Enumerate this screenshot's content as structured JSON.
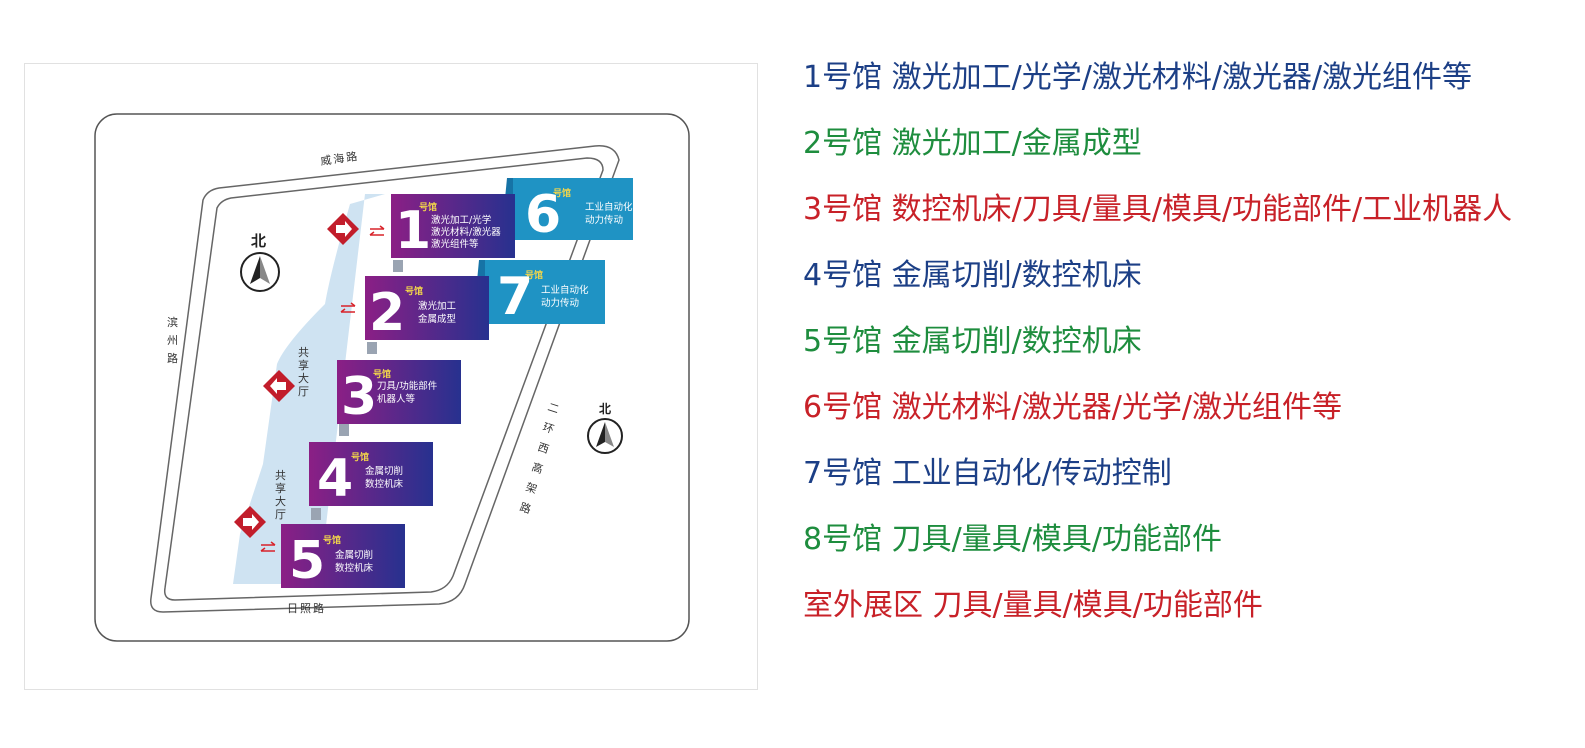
{
  "map": {
    "roads": {
      "north": "威海路",
      "west": [
        "滨",
        "州",
        "路"
      ],
      "south": "日照路",
      "east": [
        "二",
        "环",
        "西",
        "高",
        "架",
        "路"
      ]
    },
    "north_label": "北",
    "lobbies": [
      {
        "chars": [
          "共",
          "享",
          "大",
          "厅"
        ]
      },
      {
        "chars": [
          "共",
          "享",
          "大",
          "厅"
        ]
      }
    ],
    "hall_word": "号馆",
    "halls": [
      {
        "num": "1",
        "lines": [
          "激光加工/光学",
          "激光材料/激光器",
          "激光组件等"
        ]
      },
      {
        "num": "2",
        "lines": [
          "激光加工",
          "金属成型"
        ]
      },
      {
        "num": "3",
        "lines": [
          "刀具/功能部件",
          "机器人等"
        ]
      },
      {
        "num": "4",
        "lines": [
          "金属切削",
          "数控机床"
        ]
      },
      {
        "num": "5",
        "lines": [
          "金属切削",
          "数控机床"
        ]
      },
      {
        "num": "6",
        "lines": [
          "工业自动化",
          "动力传动"
        ]
      },
      {
        "num": "7",
        "lines": [
          "工业自动化",
          "动力传动"
        ]
      }
    ],
    "colors": {
      "purple": "#8b1f85",
      "navy": "#27318f",
      "cyan": "#1f93c4",
      "cyan_dark": "#1673a6",
      "lobby": "#cfe3f2",
      "entrance": "#c21d2b",
      "arrow": "#d8232a"
    }
  },
  "legend": [
    {
      "label": "1号馆 激光加工/光学/激光材料/激光器/激光组件等",
      "color": "blue"
    },
    {
      "label": "2号馆 激光加工/金属成型",
      "color": "green"
    },
    {
      "label": "3号馆 数控机床/刀具/量具/模具/功能部件/工业机器人",
      "color": "red"
    },
    {
      "label": "4号馆 金属切削/数控机床",
      "color": "blue"
    },
    {
      "label": "5号馆 金属切削/数控机床",
      "color": "green"
    },
    {
      "label": "6号馆 激光材料/激光器/光学/激光组件等",
      "color": "red"
    },
    {
      "label": "7号馆 工业自动化/传动控制",
      "color": "blue"
    },
    {
      "label": "8号馆 刀具/量具/模具/功能部件",
      "color": "green"
    },
    {
      "label": "室外展区 刀具/量具/模具/功能部件",
      "color": "red"
    }
  ]
}
